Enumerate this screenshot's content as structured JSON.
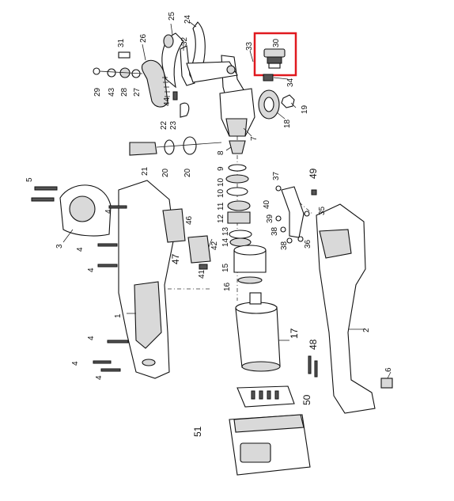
{
  "callouts": {
    "c1": "1",
    "c2": "2",
    "c3": "3",
    "c4a": "4",
    "c4b": "4",
    "c4c": "4",
    "c4d": "4",
    "c4e": "4",
    "c4f": "4",
    "c5": "5",
    "c6": "6",
    "c7": "7",
    "c8": "8",
    "c9": "9",
    "c10": "10",
    "c11": "11",
    "c12": "12",
    "c13": "13",
    "c14": "14",
    "c15": "15",
    "c16": "16",
    "c17": "17",
    "c18": "18",
    "c19": "19",
    "c20a": "20",
    "c20b": "20",
    "c21": "21",
    "c22": "22",
    "c23": "23",
    "c24": "24",
    "c25": "25",
    "c26": "26",
    "c27": "27",
    "c28": "28",
    "c29": "29",
    "c30": "30",
    "c31": "31",
    "c32": "32",
    "c33": "33",
    "c34": "34",
    "c35": "35",
    "c36": "36",
    "c37": "37",
    "c38a": "38",
    "c38b": "38",
    "c39": "39",
    "c40": "40",
    "c41": "41",
    "c42": "42",
    "c43": "43",
    "c44": "44",
    "c46": "46",
    "c47": "47",
    "c48": "48",
    "c49": "49",
    "c50": "50",
    "c51": "51"
  },
  "highlight": {
    "part": "30",
    "color": "#e0191f"
  }
}
